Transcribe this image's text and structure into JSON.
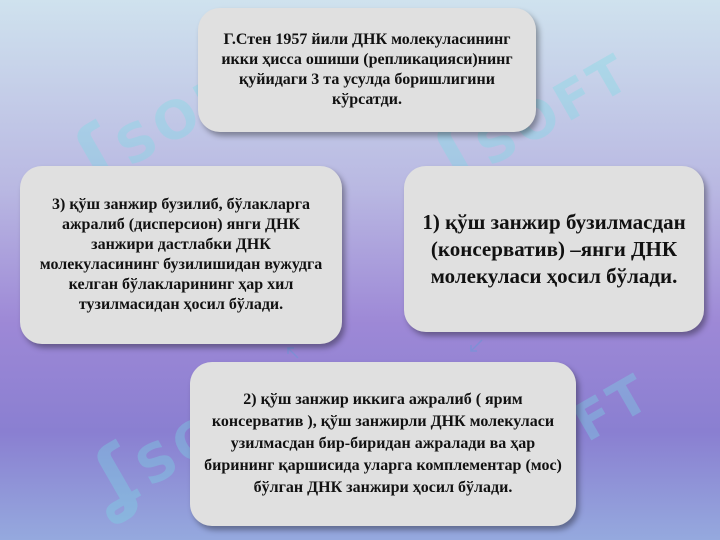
{
  "watermark": {
    "brand_text": "SOFT",
    "icon": "soft-logo-icon"
  },
  "boxes": {
    "top": "Г.Стен 1957 йили ДНК молекуласининг икки ҳисса ошиши (репликацияси)нинг қуйидаги 3 та усулда боришлигини кўрсатди.",
    "right": "1) қўш занжир бузилмасдан (консерватив) –янги ДНК молекуласи ҳосил бўлади.",
    "bottom": "2) қўш занжир иккига ажралиб ( ярим консерватив ), қўш занжирли ДНК молекуласи узилмасдан бир-биридан ажралади ва ҳар бирининг қаршисида уларга комплементар (мос) бўлган ДНК занжири ҳосил бўлади.",
    "left": "3) қўш занжир бузилиб, бўлакларга ажралиб (дисперсион) янги ДНК занжири дастлабки ДНК молекуласининг бузилишидан вужудга келган бўлакларининг ҳар хил тузилмасидан ҳосил бўлади."
  },
  "colors": {
    "box_fill": "#e0e0e0",
    "arrow": "#7f8fd6",
    "watermark": "#78dce6"
  }
}
